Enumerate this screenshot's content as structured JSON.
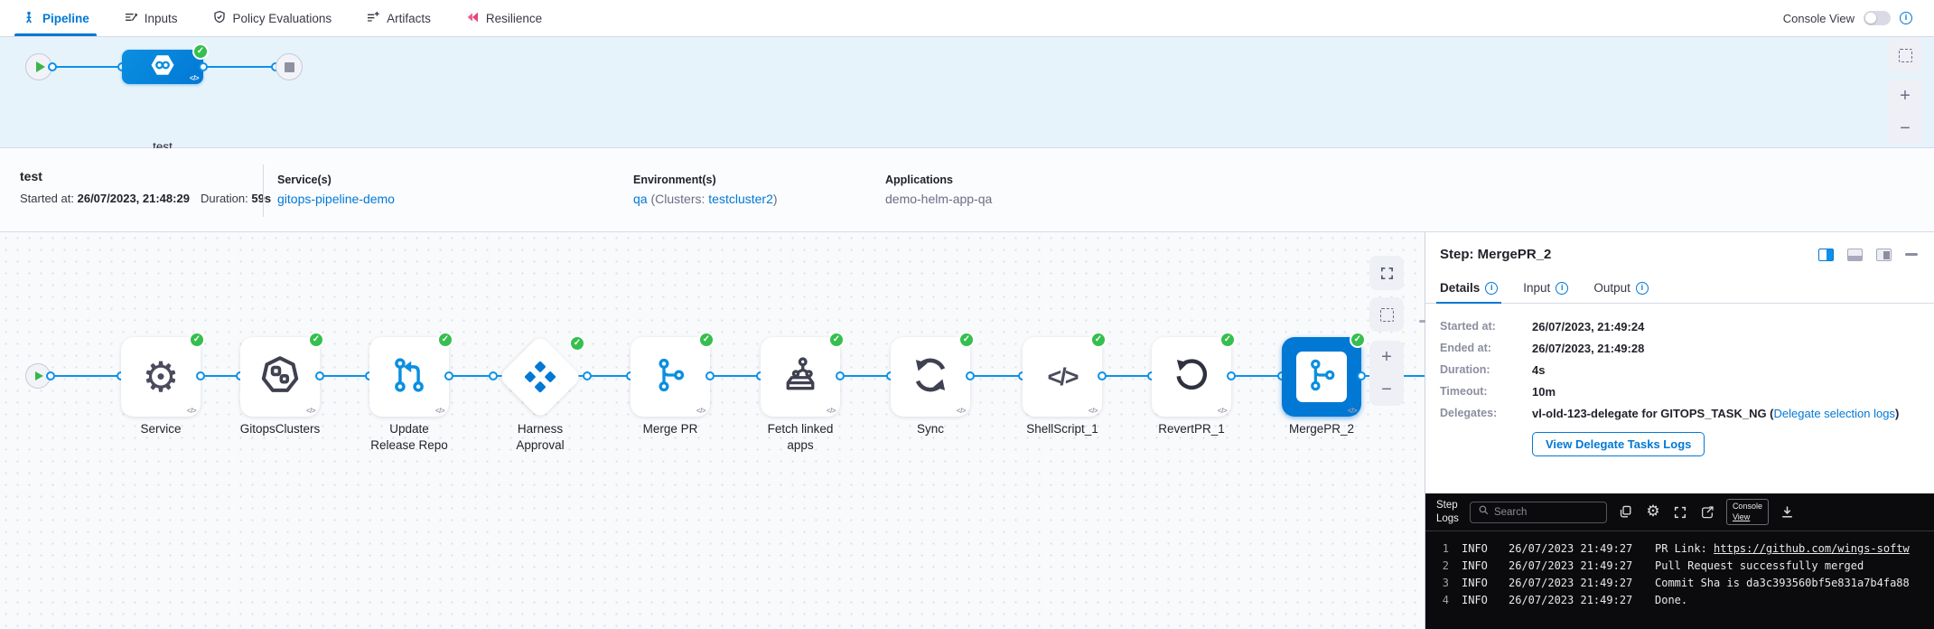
{
  "colors": {
    "accent": "#0278d5",
    "success_green": "#35bf4f",
    "resilience_pink": "#e5447c",
    "console_bg": "#0b0b0e"
  },
  "header": {
    "tabs": [
      {
        "label": "Pipeline",
        "active": true
      },
      {
        "label": "Inputs",
        "active": false
      },
      {
        "label": "Policy Evaluations",
        "active": false
      },
      {
        "label": "Artifacts",
        "active": false
      },
      {
        "label": "Resilience",
        "active": false
      }
    ],
    "console_view_label": "Console View"
  },
  "stage_graph": {
    "stage_label": "test"
  },
  "run_summary": {
    "name": "test",
    "started_label": "Started at:",
    "started_value": "26/07/2023, 21:48:29",
    "duration_label": "Duration:",
    "duration_value": "59s",
    "services_label": "Service(s)",
    "services_value": "gitops-pipeline-demo",
    "environments_label": "Environment(s)",
    "env_link": "qa",
    "env_mid": " (Clusters: ",
    "env_cluster": "testcluster2",
    "env_end": ")",
    "applications_label": "Applications",
    "applications_value": "demo-helm-app-qa"
  },
  "pipeline_graph": {
    "steps": [
      {
        "name": "Service"
      },
      {
        "name": "GitopsClusters"
      },
      {
        "name": "Update Release Repo"
      },
      {
        "name": "Harness Approval"
      },
      {
        "name": "Merge PR"
      },
      {
        "name": "Fetch linked apps"
      },
      {
        "name": "Sync"
      },
      {
        "name": "ShellScript_1"
      },
      {
        "name": "RevertPR_1"
      },
      {
        "name": "MergePR_2"
      }
    ]
  },
  "step_panel": {
    "title": "Step: MergePR_2",
    "tabs": [
      {
        "label": "Details",
        "active": true
      },
      {
        "label": "Input",
        "active": false
      },
      {
        "label": "Output",
        "active": false
      }
    ],
    "details": [
      {
        "label": "Started at:",
        "value": "26/07/2023, 21:49:24"
      },
      {
        "label": "Ended at:",
        "value": "26/07/2023, 21:49:28"
      },
      {
        "label": "Duration:",
        "value": "4s"
      },
      {
        "label": "Timeout:",
        "value": "10m"
      }
    ],
    "delegates_label": "Delegates:",
    "delegates_value": "vl-old-123-delegate for GITOPS_TASK_NG (",
    "delegates_link": "Delegate selection logs",
    "delegates_value_end": ")",
    "view_delegate_button": "View Delegate Tasks Logs"
  },
  "log_console": {
    "title_line1": "Step",
    "title_line2": "Logs",
    "search_placeholder": "Search",
    "console_view_button_line1": "Console",
    "console_view_button_line2": "View",
    "lines": [
      {
        "num": "1",
        "level": "INFO",
        "time": "26/07/2023 21:49:27",
        "message": "PR Link: ",
        "link": "https://github.com/wings-softw"
      },
      {
        "num": "2",
        "level": "INFO",
        "time": "26/07/2023 21:49:27",
        "message": "Pull Request successfully merged",
        "link": ""
      },
      {
        "num": "3",
        "level": "INFO",
        "time": "26/07/2023 21:49:27",
        "message": "Commit Sha is da3c393560bf5e831a7b4fa88",
        "link": ""
      },
      {
        "num": "4",
        "level": "INFO",
        "time": "26/07/2023 21:49:27",
        "message": "Done.",
        "link": ""
      }
    ]
  }
}
